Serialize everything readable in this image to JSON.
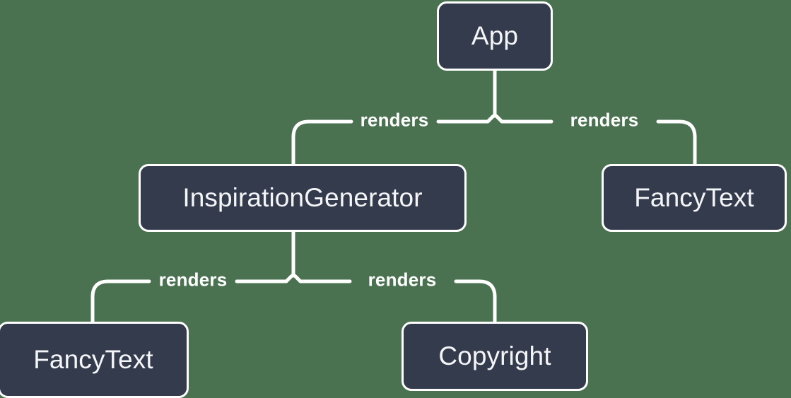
{
  "diagram": {
    "type": "component-tree",
    "background_color": "#4a7250",
    "node_fill_color": "#343b4c",
    "node_border_color": "#ffffff",
    "text_color": "#f4f5f7",
    "edge_color": "#ffffff",
    "nodes": [
      {
        "id": "app",
        "label": "App",
        "level": 0
      },
      {
        "id": "inspirationgenerator",
        "label": "InspirationGenerator",
        "level": 1
      },
      {
        "id": "fancytext-right",
        "label": "FancyText",
        "level": 1
      },
      {
        "id": "fancytext-bottom",
        "label": "FancyText",
        "level": 2
      },
      {
        "id": "copyright",
        "label": "Copyright",
        "level": 2
      }
    ],
    "edges": [
      {
        "from": "app",
        "to": "inspirationgenerator",
        "label": "renders"
      },
      {
        "from": "app",
        "to": "fancytext-right",
        "label": "renders"
      },
      {
        "from": "inspirationgenerator",
        "to": "fancytext-bottom",
        "label": "renders"
      },
      {
        "from": "inspirationgenerator",
        "to": "copyright",
        "label": "renders"
      }
    ]
  }
}
